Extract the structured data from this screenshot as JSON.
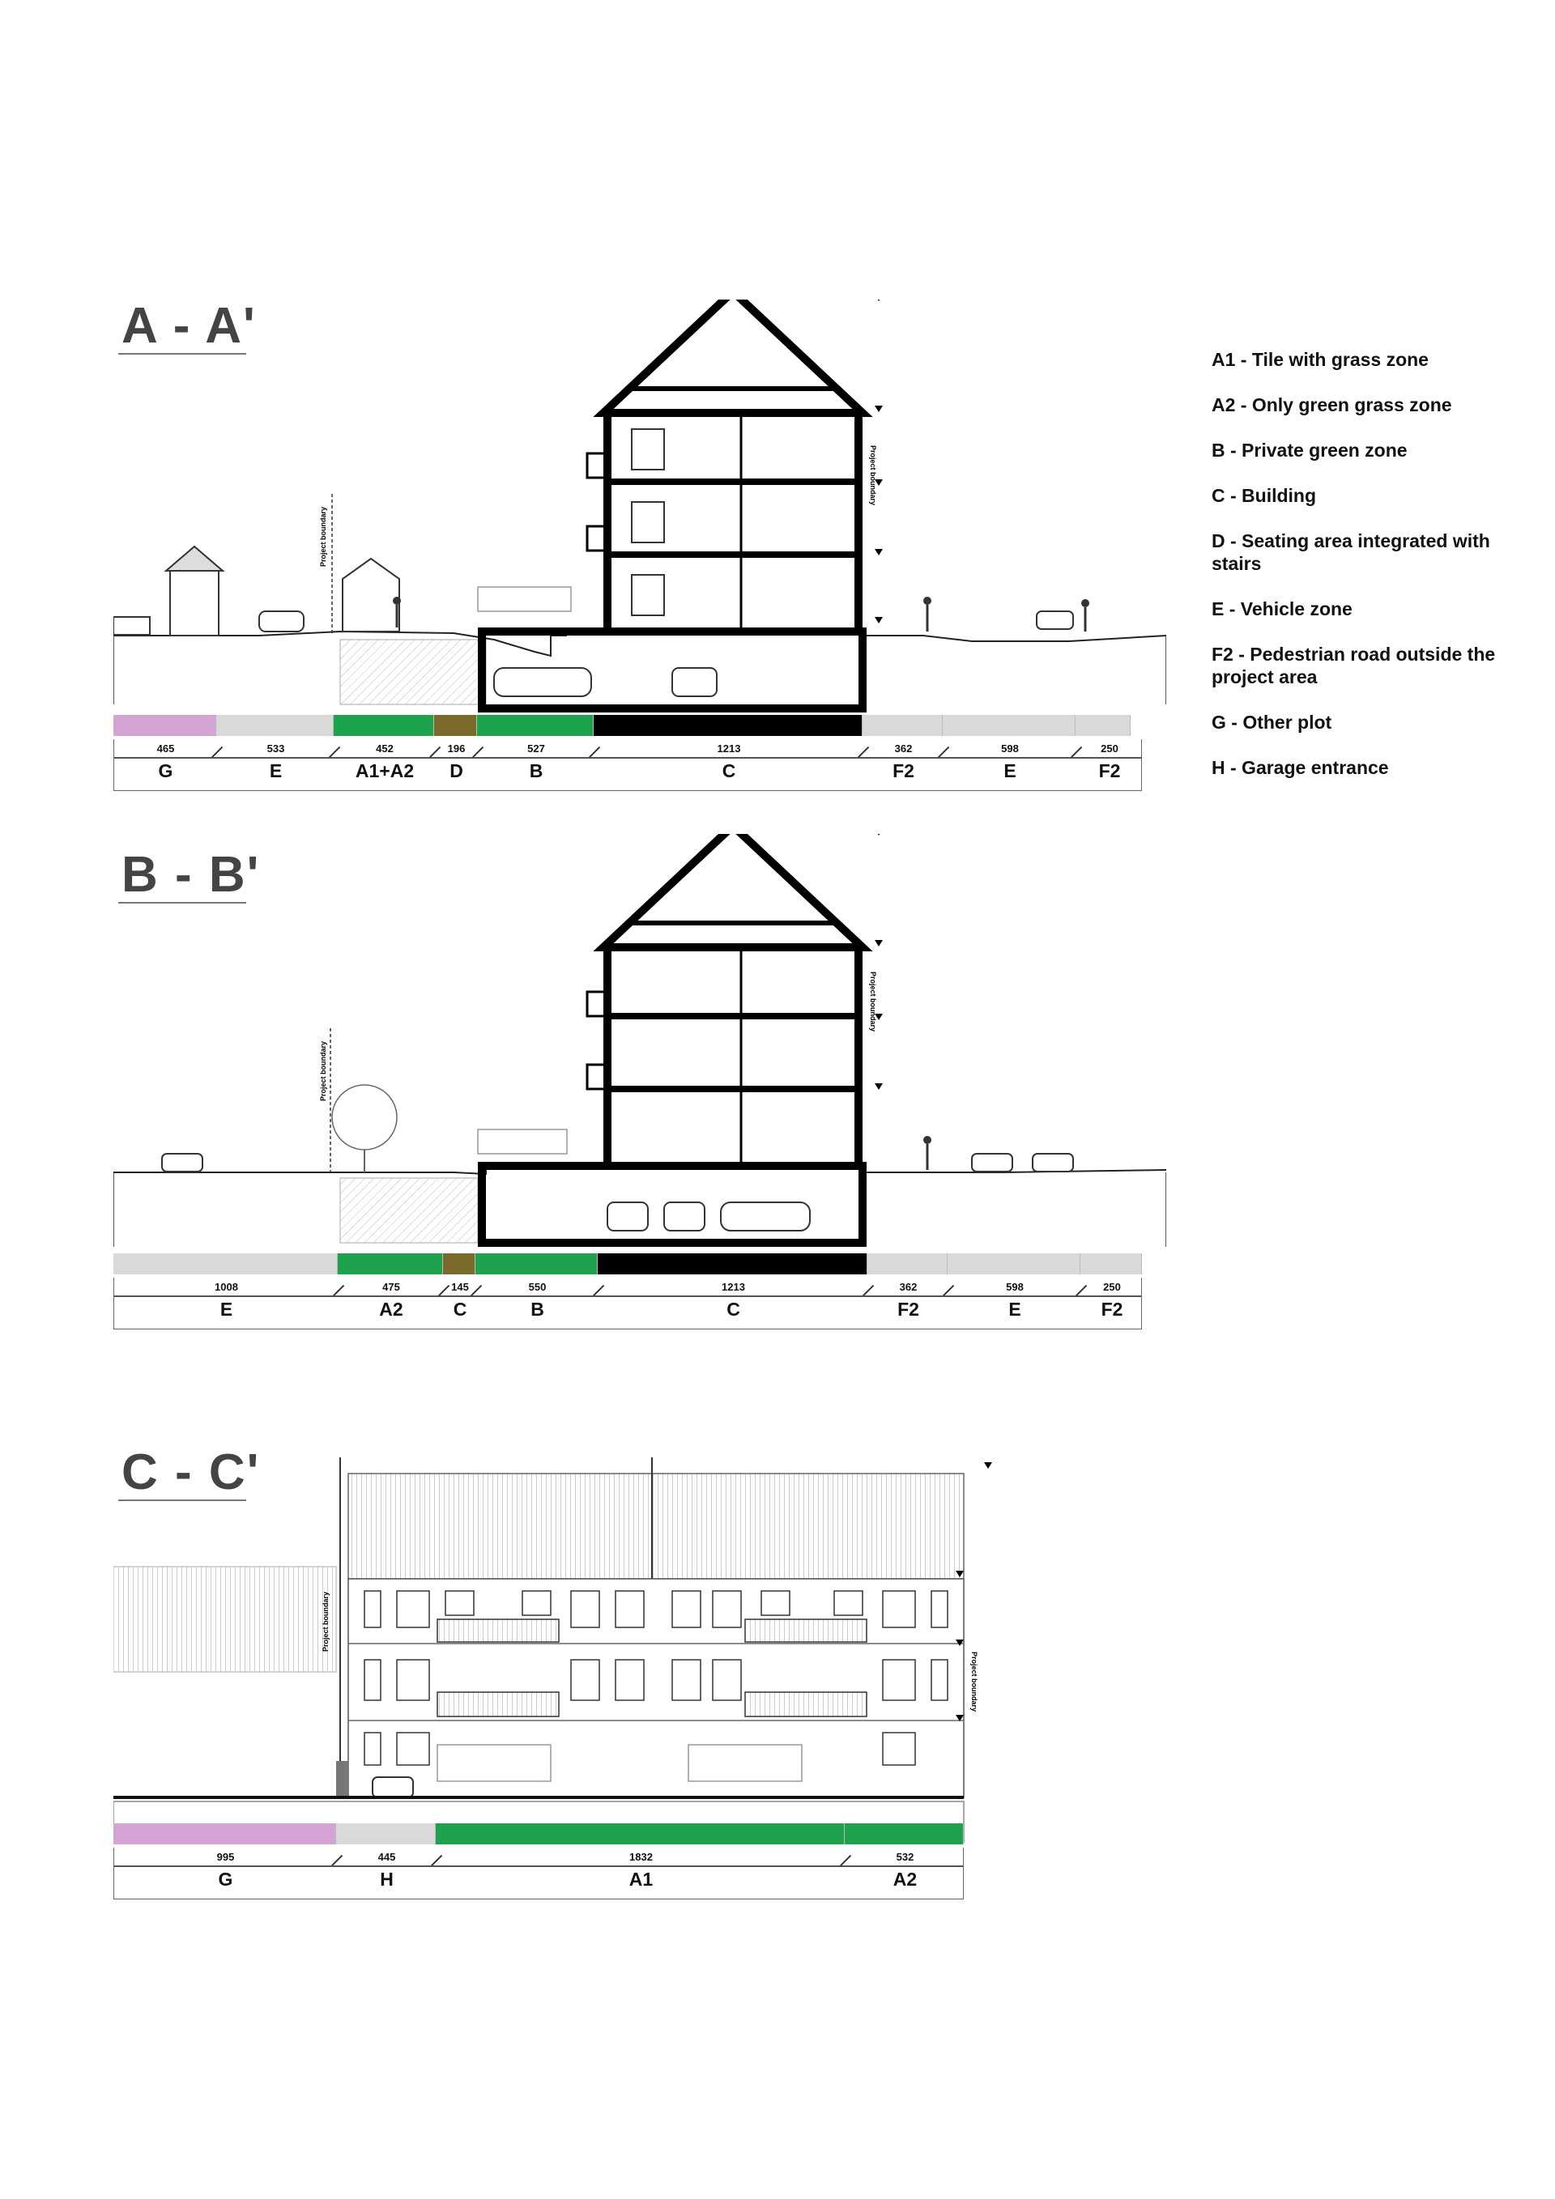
{
  "sections": [
    {
      "title": "A - A'",
      "zones": [
        {
          "num": "465",
          "letter": "G",
          "color": "#d6a4d4"
        },
        {
          "num": "533",
          "letter": "E",
          "color": "#d9d9d9"
        },
        {
          "num": "452",
          "letter": "A1+A2",
          "color": "#1fa24d"
        },
        {
          "num": "196",
          "letter": "D",
          "color": "#7a6b2b"
        },
        {
          "num": "527",
          "letter": "B",
          "color": "#1fa24d"
        },
        {
          "num": "1213",
          "letter": "C",
          "color": "#000000"
        },
        {
          "num": "362",
          "letter": "F2",
          "color": "#d9d9d9"
        },
        {
          "num": "598",
          "letter": "E",
          "color": "#d9d9d9"
        },
        {
          "num": "250",
          "letter": "F2",
          "color": "#d9d9d9"
        }
      ]
    },
    {
      "title": "B - B'",
      "zones": [
        {
          "num": "1008",
          "letter": "E",
          "color": "#d9d9d9"
        },
        {
          "num": "475",
          "letter": "A2",
          "color": "#1fa24d"
        },
        {
          "num": "145",
          "letter": "C",
          "color": "#7a6b2b"
        },
        {
          "num": "550",
          "letter": "B",
          "color": "#1fa24d"
        },
        {
          "num": "1213",
          "letter": "C",
          "color": "#000000"
        },
        {
          "num": "362",
          "letter": "F2",
          "color": "#d9d9d9"
        },
        {
          "num": "598",
          "letter": "E",
          "color": "#d9d9d9"
        },
        {
          "num": "250",
          "letter": "F2",
          "color": "#d9d9d9"
        }
      ]
    },
    {
      "title": "C - C'",
      "zones": [
        {
          "num": "995",
          "letter": "G",
          "color": "#d6a4d4"
        },
        {
          "num": "445",
          "letter": "H",
          "color": "#d9d9d9"
        },
        {
          "num": "1832",
          "letter": "A1",
          "color": "#1fa24d"
        },
        {
          "num": "532",
          "letter": "A2",
          "color": "#1fa24d"
        }
      ]
    }
  ],
  "legend": [
    "A1 - Tile with grass zone",
    "A2 - Only green grass zone",
    "B - Private green zone",
    "C - Building",
    "D - Seating area integrated with stairs",
    "E - Vehicle zone",
    "F2 - Pedestrian road outside the project area",
    "G - Other plot",
    "H - Garage entrance"
  ],
  "labels": {
    "project_boundary": "Project boundary"
  }
}
